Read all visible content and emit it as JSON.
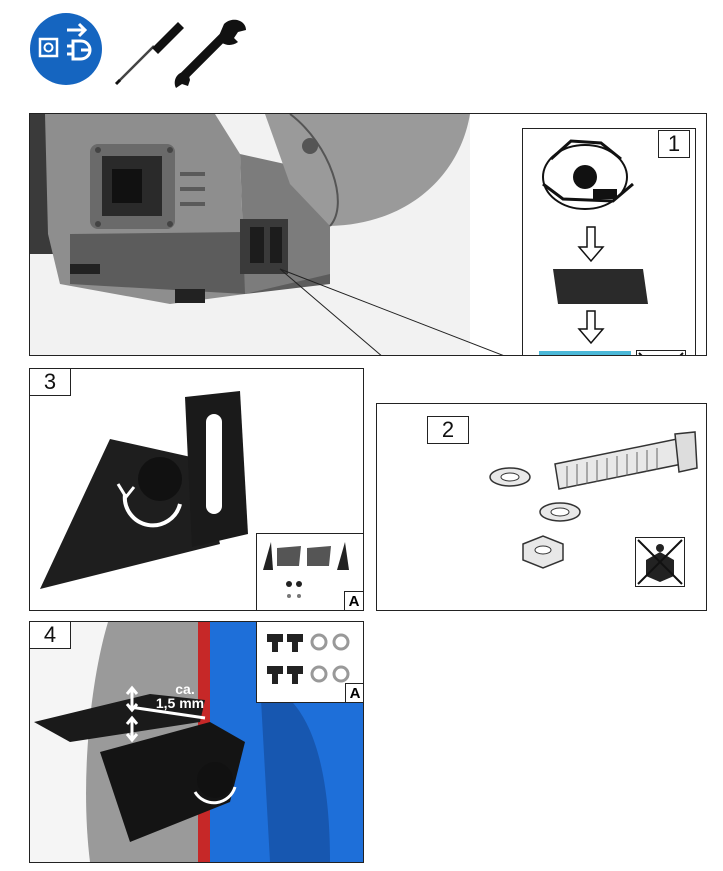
{
  "icons": {
    "unplug": "unplug-power-icon",
    "screwdriver": "screwdriver-icon",
    "wrench": "wrench-icon",
    "box_prohibited": "not-included-box-icon"
  },
  "colors": {
    "icon_blue": "#1565c0",
    "table_cyan": "#4bb8d8",
    "machine_gray": "#8e8e8e",
    "machine_blue": "#1e6fd9"
  },
  "figure1": {
    "number": "1"
  },
  "figure2": {
    "number": "2"
  },
  "figure3": {
    "number": "3",
    "inset_label": "A"
  },
  "figure4": {
    "number": "4",
    "inset_label": "A",
    "gap_label_line1": "ca.",
    "gap_label_line2": "1,5 mm"
  }
}
